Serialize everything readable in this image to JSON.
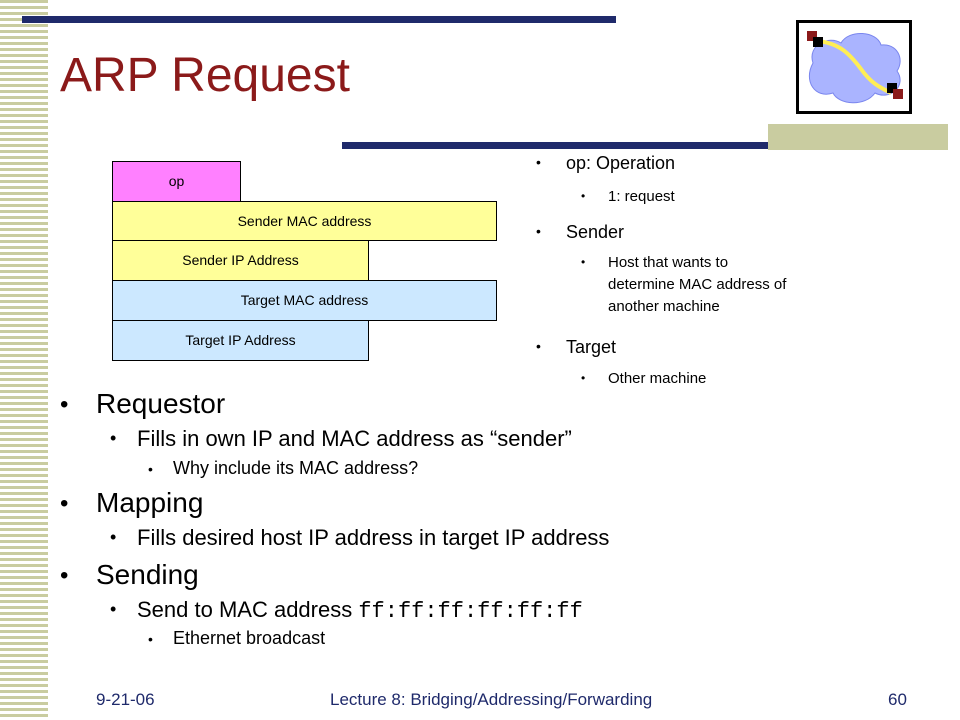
{
  "slide": {
    "title": "ARP Request",
    "colors": {
      "title": "#8b1a1a",
      "bar": "#1f2a6b",
      "olive": "#c9cca0",
      "pink": "#ff80ff",
      "yellow": "#ffff99",
      "lightblue": "#cce8ff"
    }
  },
  "diagram": {
    "fields": [
      {
        "label": "op"
      },
      {
        "label": "Sender MAC address"
      },
      {
        "label": "Sender IP Address"
      },
      {
        "label": "Target MAC address"
      },
      {
        "label": "Target IP Address"
      }
    ]
  },
  "side_notes": {
    "op": "op: Operation",
    "op_request": "1: request",
    "sender": "Sender",
    "sender_desc_1": "Host that wants to",
    "sender_desc_2": "determine MAC address of",
    "sender_desc_3": "another machine",
    "target": "Target",
    "target_desc": "Other machine"
  },
  "main": {
    "requestor": "Requestor",
    "requestor_fill": "Fills in own IP and MAC address as “sender”",
    "requestor_why": "Why include its MAC address?",
    "mapping": "Mapping",
    "mapping_fill": "Fills desired host IP address in target IP address",
    "sending": "Sending",
    "sending_to": "Send to MAC address ",
    "broadcast_addr": "ff:ff:ff:ff:ff:ff",
    "ethernet_broadcast": "Ethernet broadcast"
  },
  "footer": {
    "date": "9-21-06",
    "lecture": "Lecture 8: Bridging/Addressing/Forwarding",
    "page": "60"
  }
}
